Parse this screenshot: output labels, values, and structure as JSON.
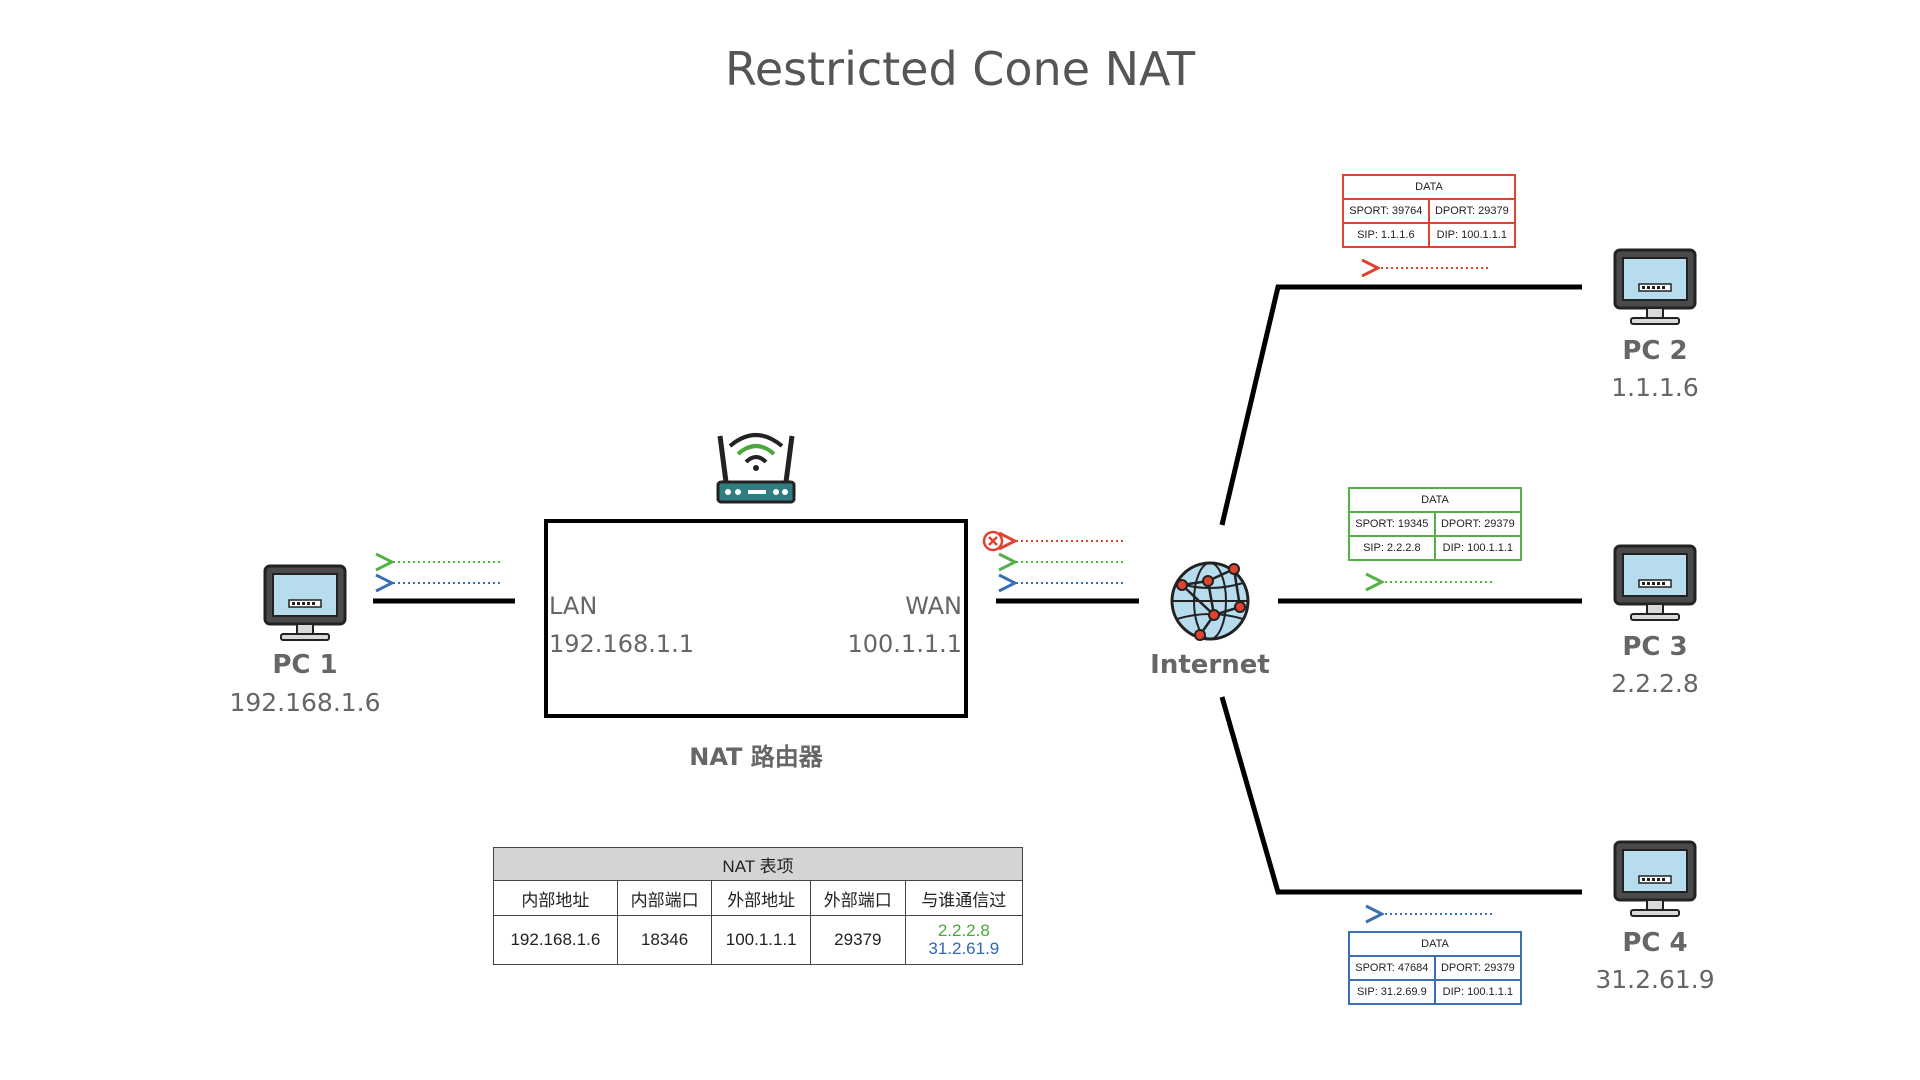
{
  "title": "Restricted Cone NAT",
  "colors": {
    "red": "#e0442f",
    "green": "#55b045",
    "blue": "#3a70b3",
    "line": "#000000"
  },
  "pc1": {
    "name": "PC 1",
    "ip": "192.168.1.6",
    "icon": "monitor-icon"
  },
  "pc2": {
    "name": "PC 2",
    "ip": "1.1.1.6",
    "icon": "monitor-icon"
  },
  "pc3": {
    "name": "PC 3",
    "ip": "2.2.2.8",
    "icon": "monitor-icon"
  },
  "pc4": {
    "name": "PC 4",
    "ip": "31.2.61.9",
    "icon": "monitor-icon"
  },
  "router": {
    "caption": "NAT 路由器",
    "icon": "wifi-router-icon",
    "lan_label": "LAN",
    "lan_ip": "192.168.1.1",
    "wan_label": "WAN",
    "wan_ip": "100.1.1.1"
  },
  "internet": {
    "label": "Internet",
    "icon": "globe-network-icon"
  },
  "blocked_icon": "blocked-x-icon",
  "packets": {
    "red": {
      "header": "DATA",
      "sport": "SPORT: 39764",
      "dport": "DPORT: 29379",
      "sip": "SIP: 1.1.1.6",
      "dip": "DIP: 100.1.1.1"
    },
    "green": {
      "header": "DATA",
      "sport": "SPORT: 19345",
      "dport": "DPORT: 29379",
      "sip": "SIP: 2.2.2.8",
      "dip": "DIP: 100.1.1.1"
    },
    "blue": {
      "header": "DATA",
      "sport": "SPORT: 47684",
      "dport": "DPORT: 29379",
      "sip": "SIP: 31.2.69.9",
      "dip": "DIP: 100.1.1.1"
    }
  },
  "nat_table": {
    "title": "NAT 表项",
    "columns": [
      "内部地址",
      "内部端口",
      "外部地址",
      "外部端口",
      "与谁通信过"
    ],
    "row": [
      "192.168.1.6",
      "18346",
      "100.1.1.1",
      "29379"
    ],
    "peers": [
      "2.2.2.8",
      "31.2.61.9"
    ]
  }
}
